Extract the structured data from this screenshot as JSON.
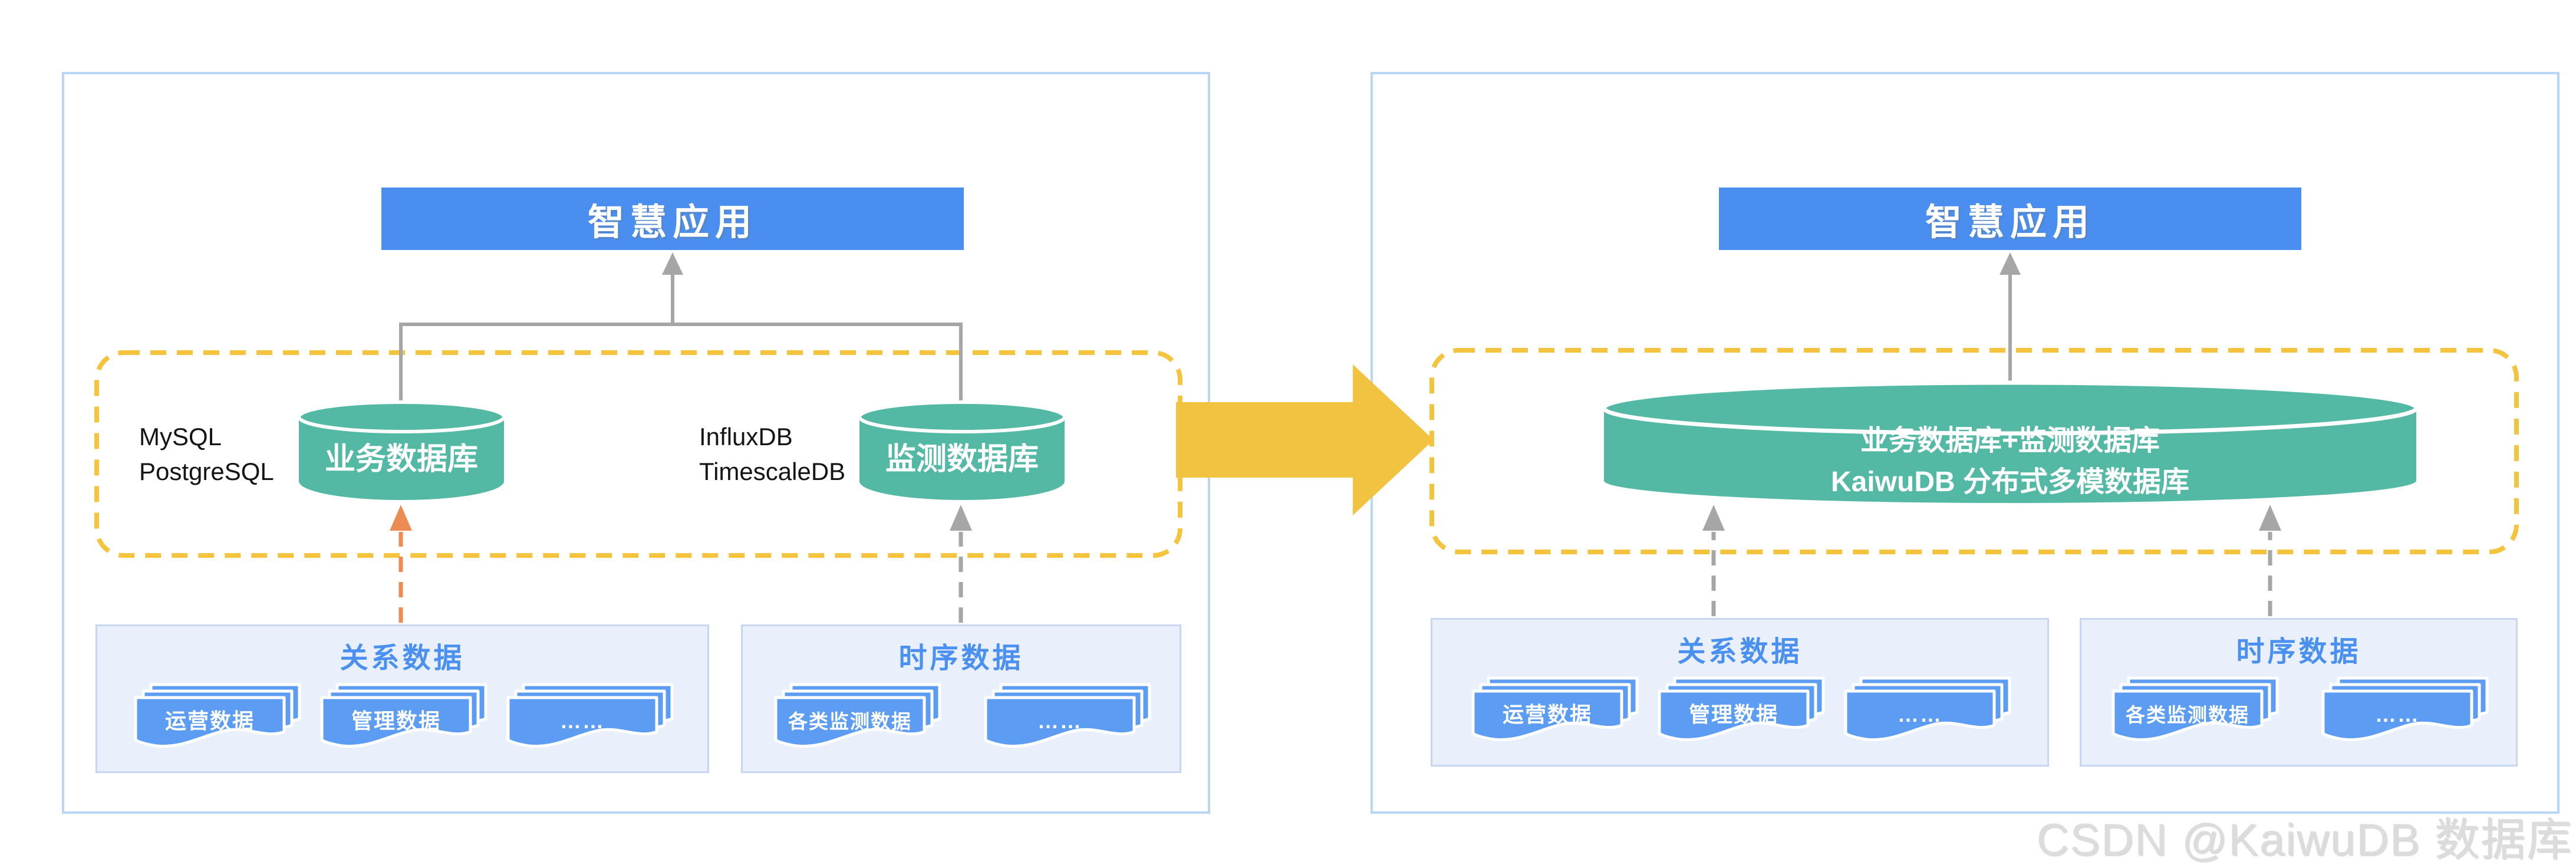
{
  "left_panel": {
    "app_label": "智慧应用",
    "databases": [
      {
        "label": "业务数据库",
        "tech_lines": [
          "MySQL",
          "PostgreSQL"
        ]
      },
      {
        "label": "监测数据库",
        "tech_lines": [
          "InfluxDB",
          "TimescaleDB"
        ]
      }
    ],
    "data_boxes": [
      {
        "title": "关系数据",
        "cards": [
          "运营数据",
          "管理数据",
          "……"
        ]
      },
      {
        "title": "时序数据",
        "cards": [
          "各类监测数据",
          "……"
        ]
      }
    ]
  },
  "right_panel": {
    "app_label": "智慧应用",
    "database": {
      "line1": "业务数据库+监测数据库",
      "line2": "KaiwuDB 分布式多模数据库"
    },
    "data_boxes": [
      {
        "title": "关系数据",
        "cards": [
          "运营数据",
          "管理数据",
          "……"
        ]
      },
      {
        "title": "时序数据",
        "cards": [
          "各类监测数据",
          "……"
        ]
      }
    ]
  },
  "watermark": "CSDN @KaiwuDB 数据库",
  "colors": {
    "app_blue": "#4A8FF0",
    "cylinder_teal": "#53B8A4",
    "card_blue": "#5C9DF3",
    "data_box_bg": "#EAF0FB",
    "data_box_border": "#C7D7F3",
    "panel_border": "#BAD6F7",
    "dashed_yellow": "#F5C43E",
    "big_arrow_yellow": "#F2C340",
    "orange_arrow": "#ED8C52",
    "gray_line": "#A6A6A6",
    "title_blue": "#4A90F0",
    "watermark_gray": "#DCDCDC"
  }
}
